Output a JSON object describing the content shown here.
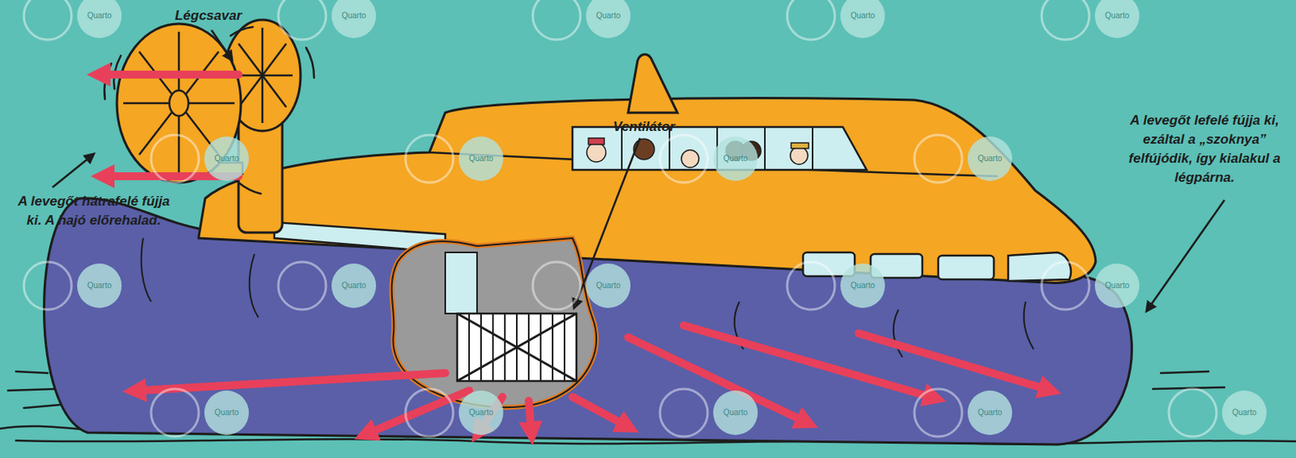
{
  "diagram": {
    "labels": [
      "Légcsavar",
      "Ventilátor",
      "A levegőt hátrafelé fújja ki. A hajó előrehalad.",
      "A levegőt lefelé fújja ki, ezáltal a „szoknya” felfújódik, így kialakul a légpárna.",
      "Quarto",
      "Quarto",
      "Quarto",
      "Quarto",
      "Quarto",
      "Quarto",
      "Quarto",
      "Quarto",
      "Quarto",
      "Quarto",
      "Quarto",
      "Quarto",
      "Quarto",
      "Quarto",
      "Quarto",
      "Quarto",
      "Quarto",
      "Quarto",
      "Quarto"
    ]
  }
}
